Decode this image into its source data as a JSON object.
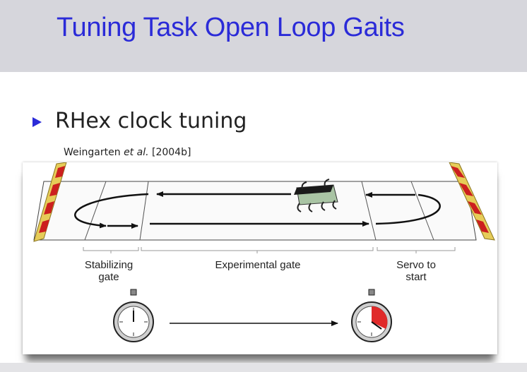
{
  "slide": {
    "title": "Tuning Task Open Loop Gaits",
    "bullet": "RHex clock tuning",
    "citation": {
      "author": "Weingarten",
      "etal": "et al.",
      "ref": "[2004b]"
    }
  },
  "figure": {
    "labels": {
      "stabilizing_line1": "Stabilizing",
      "stabilizing_line2": "gate",
      "experimental": "Experimental gate",
      "servo_line1": "Servo to",
      "servo_line2": "start"
    },
    "icons": [
      "gate-post-icon",
      "robot-icon",
      "stopwatch-icon",
      "arrow-icon"
    ],
    "colors": {
      "title_blue": "#2b2bd8",
      "gate_red": "#cc1f1f",
      "gate_yellow": "#e6cc58",
      "robot_green": "#a9c4a4",
      "stopwatch_red": "#e02a2a"
    }
  }
}
